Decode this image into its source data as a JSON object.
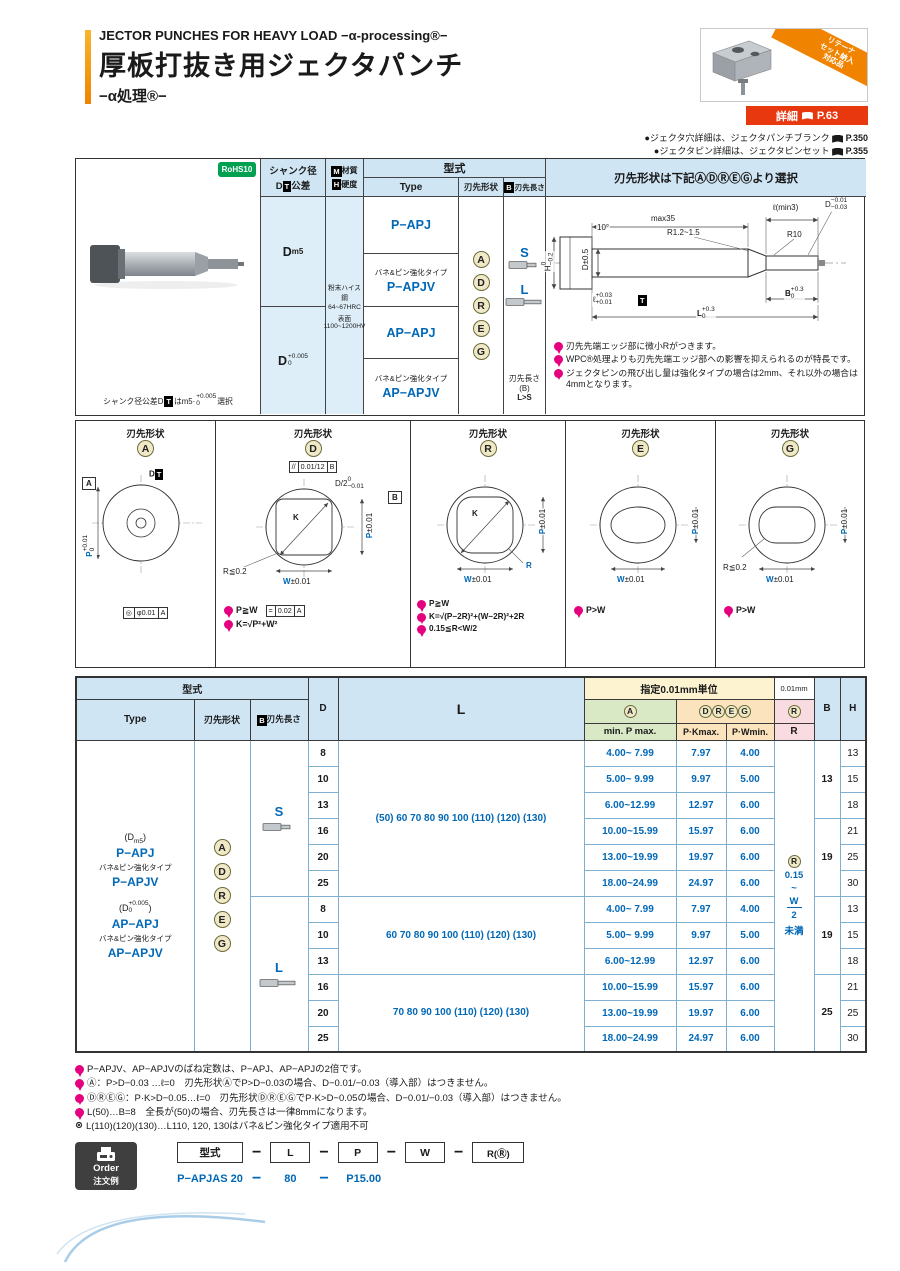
{
  "header": {
    "title_en": "JECTOR PUNCHES FOR HEAVY LOAD −α-processing®−",
    "title_jp": "厚板打抜き用ジェクタパンチ",
    "subtitle": "−α処理®−",
    "ribbon": [
      "リテーナ",
      "セット納入",
      "対応品"
    ],
    "detail_label": "詳細",
    "detail_page": "P.63",
    "top_notes": [
      {
        "text": "●ジェクタ穴詳細は、ジェクタパンチブランク",
        "page": "P.350"
      },
      {
        "text": "●ジェクタピン詳細は、ジェクタピンセット",
        "page": "P.355"
      }
    ]
  },
  "spec": {
    "rohs": "RoHS10",
    "shank_header_line1": "シャンク径",
    "shank_header_d": "D",
    "shank_header_t": "T",
    "shank_header_suffix": "公差",
    "mat_m": "M",
    "mat_m_label": "材質",
    "mat_h": "H",
    "mat_h_label": "硬度",
    "model_header": "型式",
    "type_header": "Type",
    "shape_header": "刃先形状",
    "blen_b": "B",
    "blen_header": "刃先長さ",
    "select_header": "刃先形状は下記ⒶⒹⓇⒺⒼより選択",
    "shank1_base": "D",
    "shank1_sub": "m5",
    "shank2_base": "D",
    "shank2_sup": "+0.005",
    "shank2_sub": "0",
    "material": [
      "粉末ハイス鋼",
      "64~67HRC",
      "表面1100~1200HV"
    ],
    "type1": "P−APJ",
    "spring_label": "バネ&ピン強化タイプ",
    "type2": "P−APJV",
    "type3": "AP−APJ",
    "type4": "AP−APJV",
    "shapes": [
      "A",
      "D",
      "R",
      "E",
      "G"
    ],
    "blen_s": "S",
    "blen_l": "L",
    "blen_note1": "刃先長さ(B)",
    "blen_note2": "L>S",
    "photo_note_pre": "シャンク径公差D",
    "photo_note_t": "T",
    "photo_note_mid": "はm5·",
    "photo_note_sup": "+0.005",
    "photo_note_sub": "0",
    "photo_note_end": "選択"
  },
  "drawing": {
    "max35": "max35",
    "lmin": "ℓ(min3)",
    "d_base": "D",
    "d_sup": "−0.01",
    "d_sub": "−0.03",
    "angle": "10°",
    "r_taper": "R1.2~1.5",
    "r10": "R10",
    "h_base": "H",
    "h_sup": "0",
    "h_sub": "−0.2",
    "d05": "D±0.5",
    "ell_base": "ℓ",
    "ell_sup": "+0.03",
    "ell_sub": "+0.01",
    "t_box": "T",
    "b_base": "B",
    "b_sup": "+0.3",
    "b_sub": "0",
    "l_base": "L",
    "l_sup": "+0.3",
    "l_sub": "0",
    "notes": [
      "刃先先端エッジ部に微小Rがつきます。",
      "WPC®処理よりも刃先先端エッジ部への影響を抑えられるのが特長です。",
      "ジェクタピンの飛び出し量は強化タイプの場合は2mm、それ以外の場合は4mmとなります。"
    ]
  },
  "shapes_section": {
    "title": "刃先形状",
    "a": {
      "letter": "A",
      "datum": "A",
      "d_label": "D",
      "t_box": "T",
      "p": "P",
      "p_sup": "+0.01",
      "p_sub": "0",
      "fcf": [
        "◎",
        "φ0.01",
        "A"
      ]
    },
    "d": {
      "letter": "D",
      "fcf_top": [
        "//",
        "0.01/12",
        "B"
      ],
      "half": "D/2",
      "half_sup": "0",
      "half_sub": "−0.01",
      "datum": "B",
      "k": "K",
      "r02": "R≦0.2",
      "w": "W",
      "w_tol": "±0.01",
      "p": "P",
      "p_tol": "±0.01",
      "note1": "P≧W",
      "fcf_mid": [
        "=",
        "0.02",
        "A"
      ],
      "note2": "K=√P²+W²"
    },
    "r": {
      "letter": "R",
      "k": "K",
      "w": "W",
      "w_tol": "±0.01",
      "r": "R",
      "p": "P",
      "p_tol": "±0.01",
      "note1": "P≧W",
      "note2": "K=√(P−2R)²+(W−2R)²+2R",
      "note3": "0.15≦R<W/2"
    },
    "e": {
      "letter": "E",
      "w": "W",
      "w_tol": "±0.01",
      "p": "P",
      "p_tol": "±0.01",
      "note1": "P>W"
    },
    "g": {
      "letter": "G",
      "w": "W",
      "w_tol": "±0.01",
      "r02": "R≦0.2",
      "p": "P",
      "p_tol": "±0.01",
      "note1": "P>W"
    }
  },
  "table": {
    "h_model": "型式",
    "h_type": "Type",
    "h_shape": "刃先形状",
    "h_blen_b": "B",
    "h_blen": "刃先長さ",
    "h_d": "D",
    "h_l": "L",
    "h_spec": "指定0.01mm単位",
    "h_001": "0.01mm",
    "h_a": "A",
    "h_dreg": [
      "D",
      "R",
      "E",
      "G"
    ],
    "h_r_circ": "R",
    "h_minp": "min. P max.",
    "h_pk": "P·Kmax.",
    "h_pw": "P·Wmin.",
    "h_r": "R",
    "h_b": "B",
    "h_h": "H",
    "t_dm5_base": "(D",
    "t_dm5_sub": "m5",
    "t_dm5_close": ")",
    "t_papj": "P−APJ",
    "t_spring1": "バネ&ピン強化タイプ",
    "t_papjv": "P−APJV",
    "t_d_base": "(D",
    "t_d_sup": "+0.005",
    "t_d_sub": "0",
    "t_d_close": ")",
    "t_apapj": "AP−APJ",
    "t_spring2": "バネ&ピン強化タイプ",
    "t_apapjv": "AP−APJV",
    "shape_letters": [
      "A",
      "D",
      "R",
      "E",
      "G"
    ],
    "s": "S",
    "l": "L",
    "l1": "(50) 60 70 80 90 100 (110) (120) (130)",
    "l2": "60 70 80 90 100 (110) (120) (130)",
    "l3": "70 80 90 100 (110) (120) (130)",
    "r_circ": "R",
    "r_1": "0.15",
    "r_2": "~",
    "r_3": "W",
    "r_4": "2",
    "r_5": "未満",
    "b_vals": [
      "13",
      "19",
      "19",
      "25"
    ],
    "rows": [
      {
        "d": "8",
        "p": "4.00~ 7.99",
        "pk": "7.97",
        "pw": "4.00",
        "h": "13"
      },
      {
        "d": "10",
        "p": "5.00~ 9.99",
        "pk": "9.97",
        "pw": "5.00",
        "h": "15"
      },
      {
        "d": "13",
        "p": "6.00~12.99",
        "pk": "12.97",
        "pw": "6.00",
        "h": "18"
      },
      {
        "d": "16",
        "p": "10.00~15.99",
        "pk": "15.97",
        "pw": "6.00",
        "h": "21"
      },
      {
        "d": "20",
        "p": "13.00~19.99",
        "pk": "19.97",
        "pw": "6.00",
        "h": "25"
      },
      {
        "d": "25",
        "p": "18.00~24.99",
        "pk": "24.97",
        "pw": "6.00",
        "h": "30"
      },
      {
        "d": "8",
        "p": "4.00~ 7.99",
        "pk": "7.97",
        "pw": "4.00",
        "h": "13"
      },
      {
        "d": "10",
        "p": "5.00~ 9.99",
        "pk": "9.97",
        "pw": "5.00",
        "h": "15"
      },
      {
        "d": "13",
        "p": "6.00~12.99",
        "pk": "12.97",
        "pw": "6.00",
        "h": "18"
      },
      {
        "d": "16",
        "p": "10.00~15.99",
        "pk": "15.97",
        "pw": "6.00",
        "h": "21"
      },
      {
        "d": "20",
        "p": "13.00~19.99",
        "pk": "19.97",
        "pw": "6.00",
        "h": "25"
      },
      {
        "d": "25",
        "p": "18.00~24.99",
        "pk": "24.97",
        "pw": "6.00",
        "h": "30"
      }
    ]
  },
  "footnotes": [
    {
      "text": "P−APJV、AP−APJVのばね定数は、P−APJ、AP−APJの2倍です。"
    },
    {
      "text": "Ⓐ：P>D−0.03 …ℓ=0　刃先形状ⒶでP>D−0.03の場合、D−0.01/−0.03（導入部）はつきません。"
    },
    {
      "text": "ⒹⓇⒺⒼ：P·K>D−0.05…ℓ=0　刃先形状ⒹⓇⒺⒼでP·K>D−0.05の場合、D−0.01/−0.03（導入部）はつきません。"
    },
    {
      "text": "L(50)…B=8　全長が(50)の場合、刃先長さは一律8mmになります。"
    },
    {
      "text": "L(110)(120)(130)…L110, 120, 130はバネ&ピン強化タイプ適用不可"
    }
  ],
  "order": {
    "label_en": "Order",
    "label_jp": "注文例",
    "box_model": "型式",
    "dash": "−",
    "box_l": "L",
    "box_p": "P",
    "box_w": "W",
    "box_r": "R(Ⓡ)",
    "ex_model": "P−APJAS 20",
    "ex_l": "80",
    "ex_p": "P15.00"
  },
  "colors": {
    "accent_orange": "#f08300",
    "detail_red": "#e83810",
    "blue_text": "#0068b7",
    "header_blue": "#cfe5f4",
    "spec_yellow": "#fdf3d1",
    "spec_green": "#d9e9c5",
    "spec_tan": "#fae3bd",
    "spec_pink": "#f9dbe2",
    "point_pink": "#e4007f",
    "rohs_green": "#00a051"
  }
}
